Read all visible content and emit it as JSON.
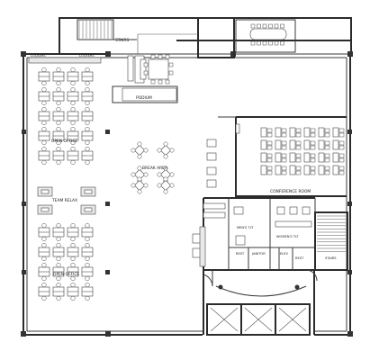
{
  "labels": {
    "stairs_top": "STAIRS",
    "lockers_left": "LOCKERS",
    "lockers_right": "LOCKERS",
    "podium": "PODIUM",
    "open_office_top": "OPEN OFFICE",
    "break_area": "BREAK AREA",
    "conference_room": "CONFERENCE ROOM",
    "team_relax": "TEAM RELAX",
    "mens_tlt": "MEN'S TLT",
    "womens_tlt": "WOMEN'S TLT",
    "janitor": "JANITOR",
    "elev": "ELEV",
    "rest_left": "REST",
    "rest_right": "REST",
    "stairs_right": "STAIRS",
    "open_office_bottom": "OPEN OFFICE"
  }
}
